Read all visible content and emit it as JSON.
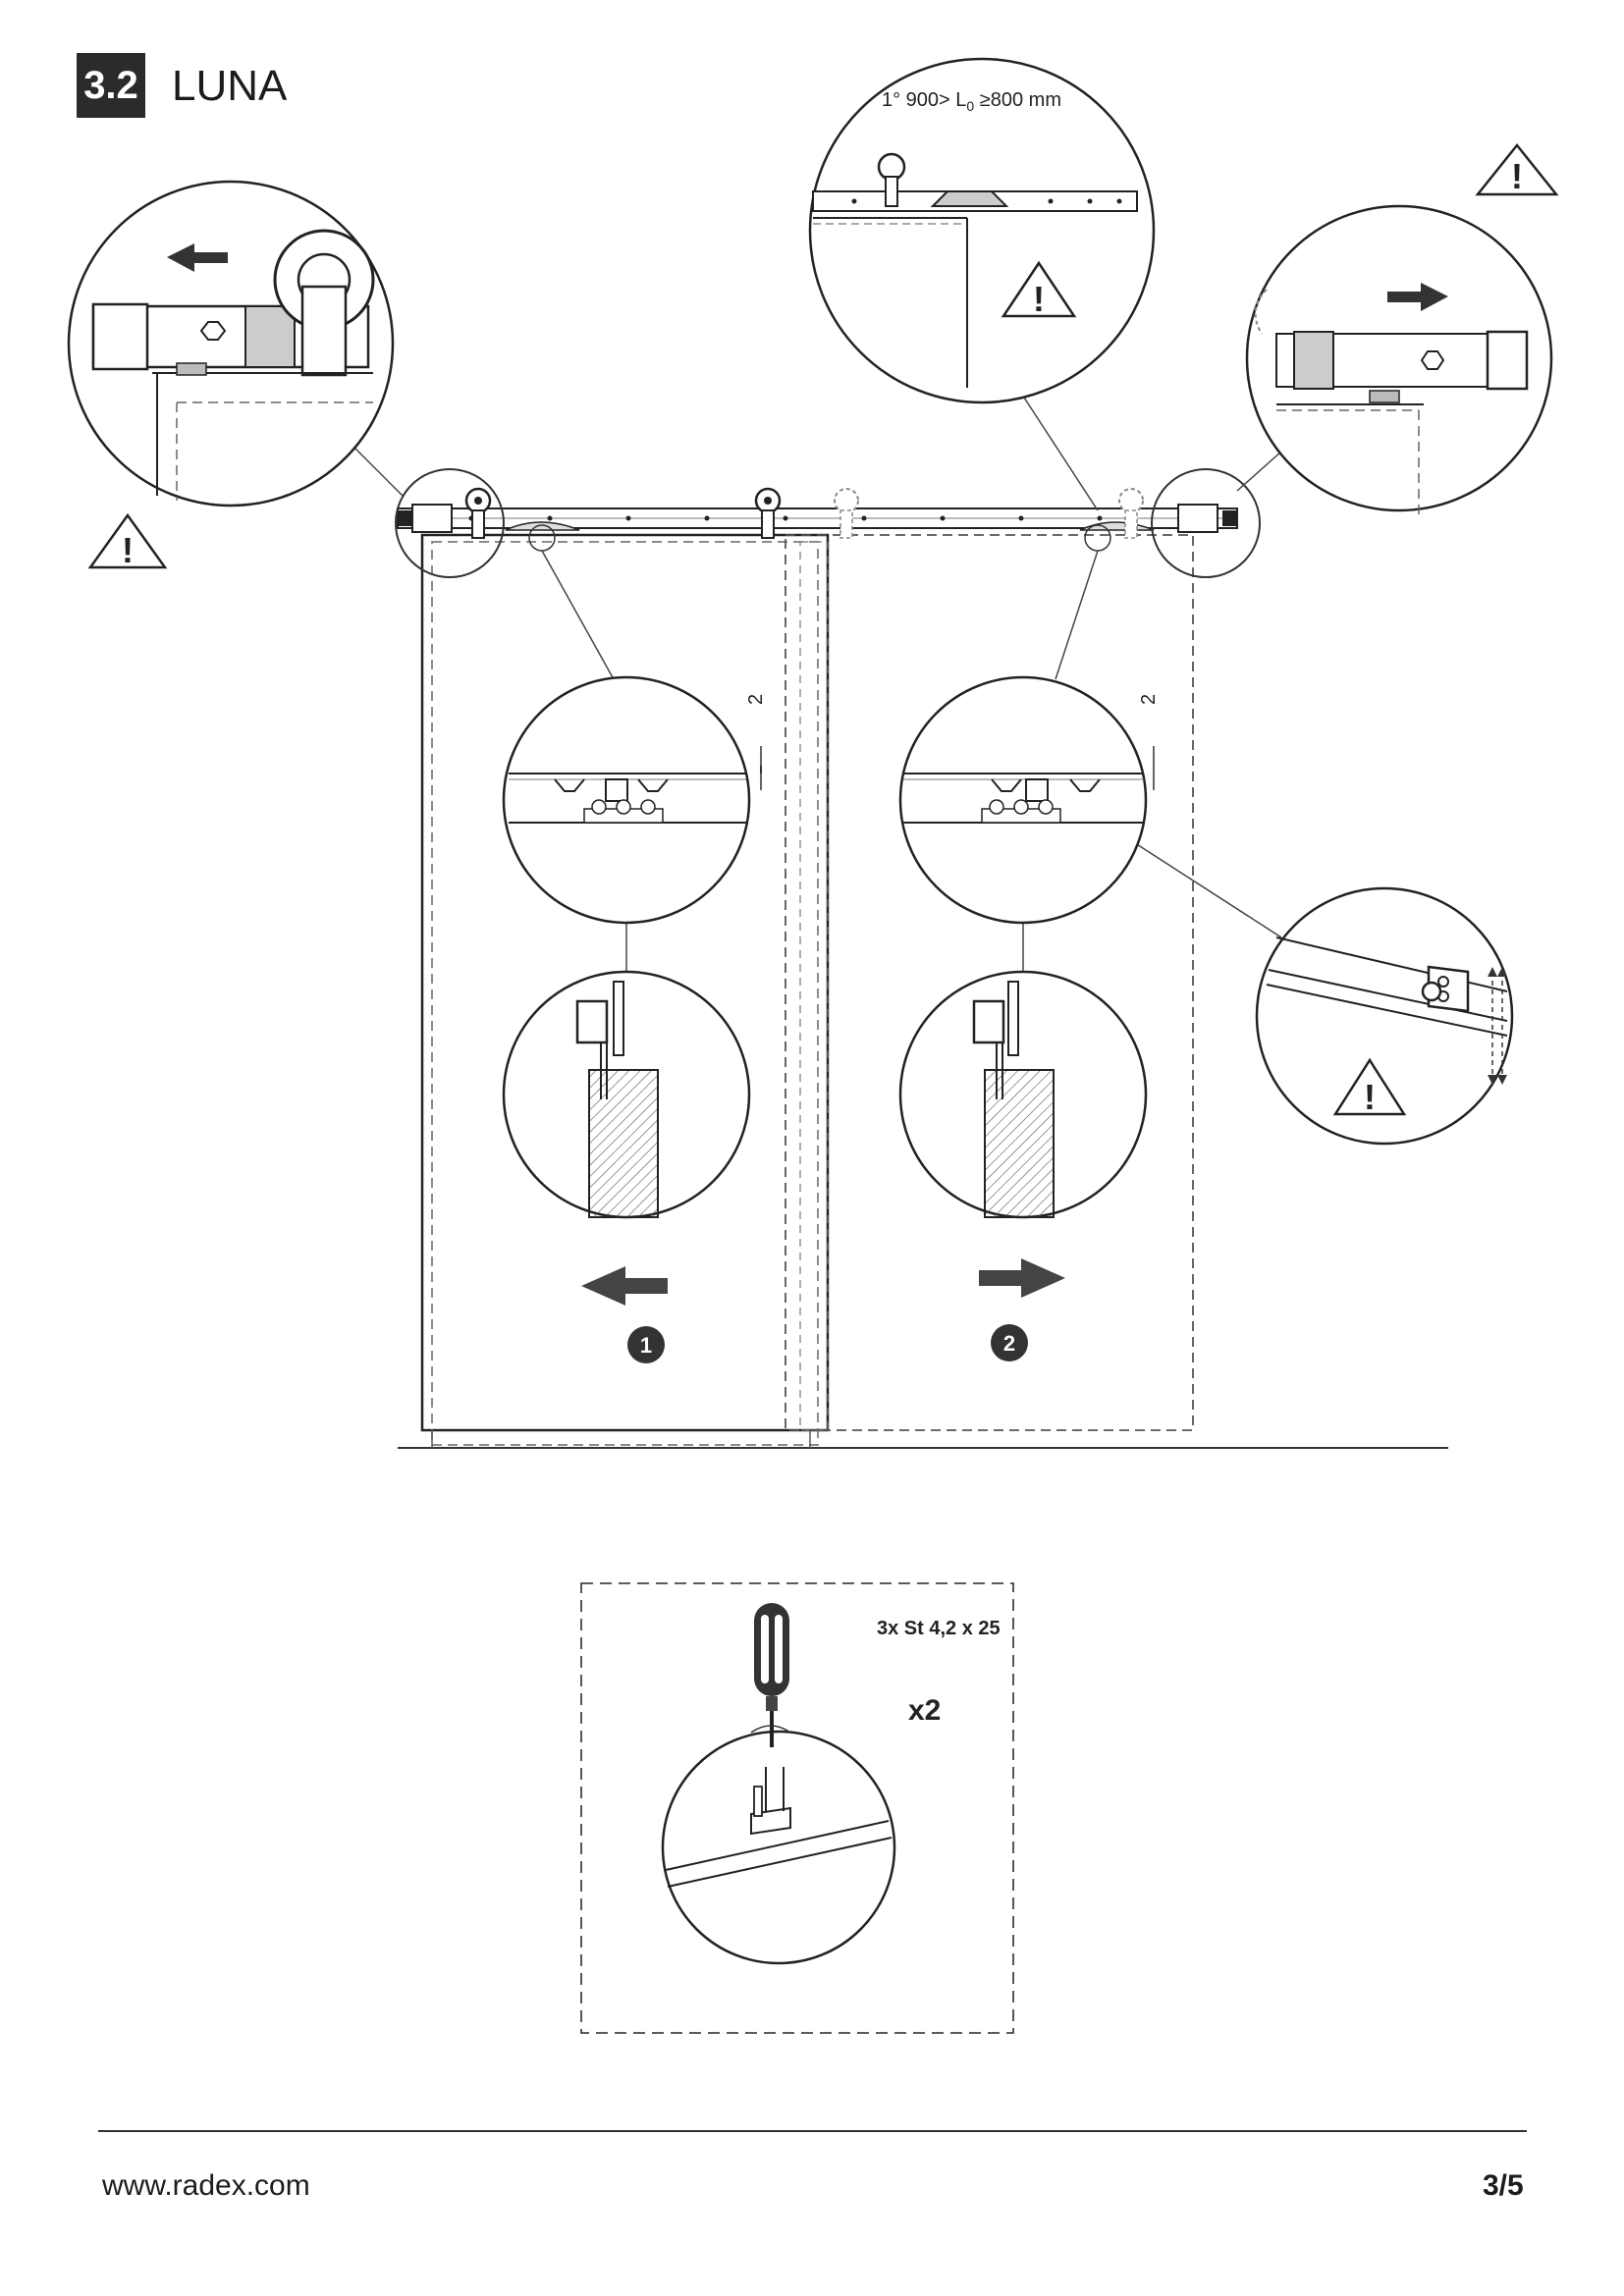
{
  "header": {
    "section_number": "3.2",
    "section_title": "LUNA"
  },
  "callouts": {
    "length_note_prefix": "1° 900> L",
    "length_note_sub": "0",
    "length_note_suffix": " ≥800 mm",
    "gap_dimension": "2",
    "warning_symbol": "!"
  },
  "steps": {
    "first": "1",
    "second": "2"
  },
  "screw_box": {
    "screw_spec": "3x St 4,2 x 25",
    "quantity": "x2"
  },
  "footer": {
    "website": "www.radex.com",
    "page": "3/5"
  }
}
